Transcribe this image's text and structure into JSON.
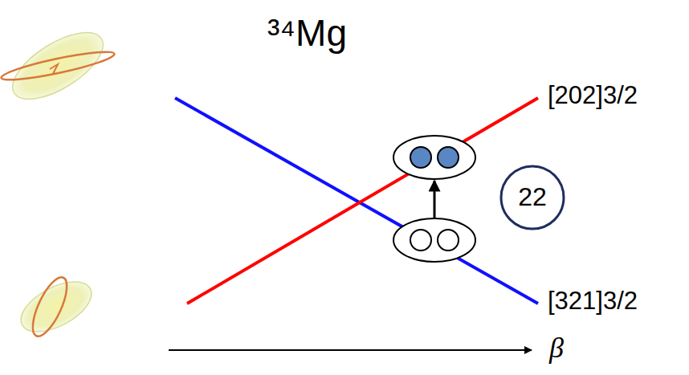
{
  "diagram": {
    "title": "³⁴Mg",
    "nodes": [
      {
        "text": [
          "22"
        ]
      }
    ],
    "labels": [
      "[202]3/2",
      "[321]3/2",
      "β"
    ]
  }
}
